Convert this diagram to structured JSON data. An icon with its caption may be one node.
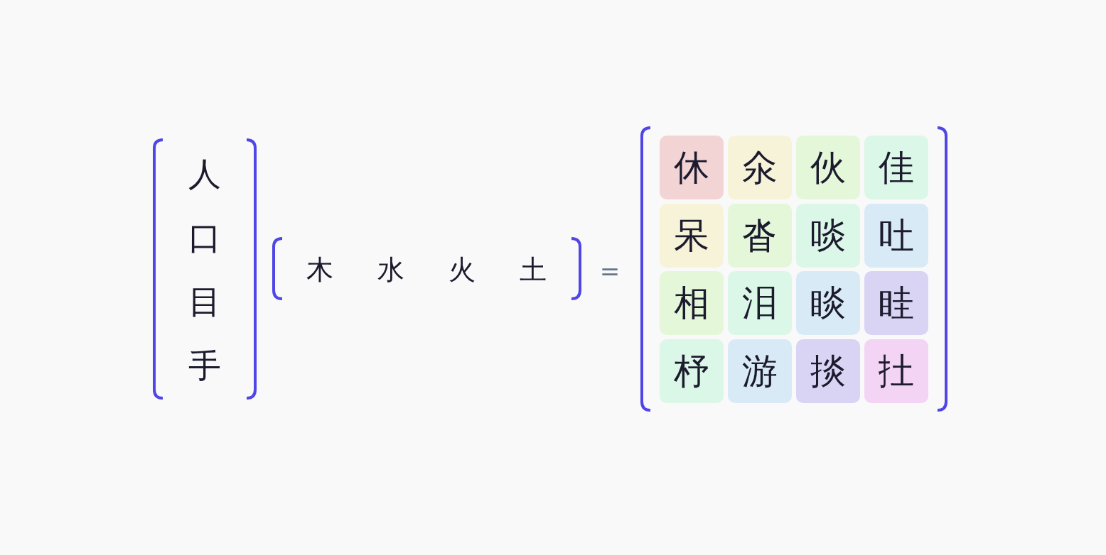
{
  "diagram": {
    "labels": [
      "人",
      "口",
      "目",
      "手",
      "木",
      "水",
      "火",
      "土",
      "=",
      "休",
      "氽",
      "伙",
      "佳",
      "呆",
      "沓",
      "啖",
      "吐",
      "相",
      "泪",
      "睒",
      "眭",
      "杼",
      "游",
      "掞",
      "扗"
    ]
  }
}
